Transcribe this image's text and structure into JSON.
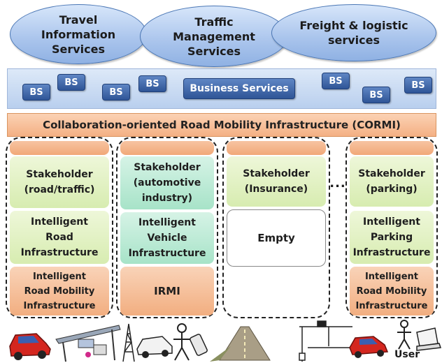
{
  "services": [
    {
      "name": "Travel\nInformation\nServices"
    },
    {
      "name": "Traffic\nManagement\nServices"
    },
    {
      "name": "Freight & logistic\nservices"
    }
  ],
  "business_layer": {
    "bs_label": "BS",
    "title": "Business Services"
  },
  "cormi": {
    "title": "Collaboration-oriented Road Mobility Infrastructure (CORMI)"
  },
  "columns": [
    {
      "stakeholder": "Stakeholder\n(road/traffic)",
      "infrastructure": "Intelligent\nRoad\nInfrastructure",
      "mobility": "Intelligent\nRoad Mobility\nInfrastructure"
    },
    {
      "stakeholder": "Stakeholder\n(automotive\nindustry)",
      "infrastructure": "Intelligent\nVehicle\nInfrastructure",
      "mobility": "IRMI"
    },
    {
      "stakeholder": "Stakeholder\n(Insurance)",
      "infrastructure": "Empty"
    },
    {
      "stakeholder": "Stakeholder\n(parking)",
      "infrastructure": "Intelligent\nParking\nInfrastructure",
      "mobility": "Intelligent\nRoad Mobility\nInfrastructure"
    }
  ],
  "ellipsis": "...",
  "bottom": {
    "user_label": "User",
    "icons": [
      "car-icon",
      "bridge-icon",
      "antenna-tower-icon",
      "car-icon",
      "person-icon",
      "phone-icon",
      "road-icon",
      "toll-gate-icon",
      "car-icon",
      "user-icon",
      "laptop-icon"
    ]
  }
}
